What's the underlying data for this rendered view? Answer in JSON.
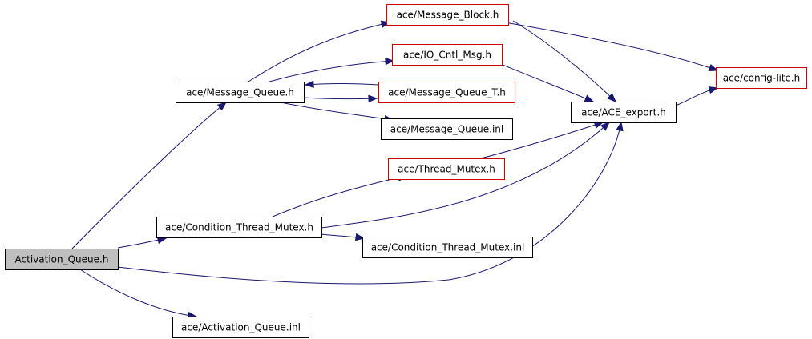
{
  "graph": {
    "colors": {
      "edge": "#191970",
      "documented_node_border": "#000000",
      "undocumented_node_border": "#cc0000",
      "root_fill": "#bfbfbf"
    },
    "nodes": [
      {
        "id": "activation_queue_h",
        "label": "Activation_Queue.h",
        "style": "root"
      },
      {
        "id": "message_queue_h",
        "label": "ace/Message_Queue.h",
        "style": "black"
      },
      {
        "id": "condition_thread_mutex_h",
        "label": "ace/Condition_Thread_Mutex.h",
        "style": "black"
      },
      {
        "id": "activation_queue_inl",
        "label": "ace/Activation_Queue.inl",
        "style": "black"
      },
      {
        "id": "message_block_h",
        "label": "ace/Message_Block.h",
        "style": "red"
      },
      {
        "id": "io_cntl_msg_h",
        "label": "ace/IO_Cntl_Msg.h",
        "style": "red"
      },
      {
        "id": "message_queue_t_h",
        "label": "ace/Message_Queue_T.h",
        "style": "red"
      },
      {
        "id": "message_queue_inl",
        "label": "ace/Message_Queue.inl",
        "style": "black"
      },
      {
        "id": "thread_mutex_h",
        "label": "ace/Thread_Mutex.h",
        "style": "red"
      },
      {
        "id": "condition_thread_mutex_inl",
        "label": "ace/Condition_Thread_Mutex.inl",
        "style": "black"
      },
      {
        "id": "ace_export_h",
        "label": "ace/ACE_export.h",
        "style": "black"
      },
      {
        "id": "config_lite_h",
        "label": "ace/config-lite.h",
        "style": "red"
      }
    ],
    "edges": [
      {
        "from": "activation_queue_h",
        "to": "message_queue_h"
      },
      {
        "from": "activation_queue_h",
        "to": "condition_thread_mutex_h"
      },
      {
        "from": "activation_queue_h",
        "to": "ace_export_h"
      },
      {
        "from": "activation_queue_h",
        "to": "activation_queue_inl"
      },
      {
        "from": "message_queue_h",
        "to": "message_block_h"
      },
      {
        "from": "message_queue_h",
        "to": "io_cntl_msg_h"
      },
      {
        "from": "message_queue_h",
        "to": "message_queue_t_h"
      },
      {
        "from": "message_queue_t_h",
        "to": "message_queue_h"
      },
      {
        "from": "message_queue_h",
        "to": "message_queue_inl"
      },
      {
        "from": "message_block_h",
        "to": "ace_export_h"
      },
      {
        "from": "message_block_h",
        "to": "config_lite_h"
      },
      {
        "from": "io_cntl_msg_h",
        "to": "ace_export_h"
      },
      {
        "from": "thread_mutex_h",
        "to": "ace_export_h"
      },
      {
        "from": "ace_export_h",
        "to": "config_lite_h"
      },
      {
        "from": "condition_thread_mutex_h",
        "to": "thread_mutex_h"
      },
      {
        "from": "condition_thread_mutex_h",
        "to": "ace_export_h"
      },
      {
        "from": "condition_thread_mutex_h",
        "to": "condition_thread_mutex_inl"
      }
    ]
  }
}
